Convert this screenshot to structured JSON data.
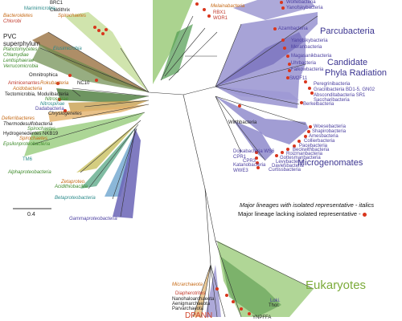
{
  "colors": {
    "cpr": "#8a84c9",
    "cpr_dark": "#5a52a8",
    "green": "#7cbf5a",
    "tan": "#c9a46b",
    "orange": "#e39b48",
    "red_dot": "#d9361d",
    "eukaryote_green": "#7cab3a",
    "dpann_red": "#d1442a",
    "line": "#333333"
  },
  "groups": {
    "parcubacteria": "Parcubacteria",
    "cpr_line1": "Candidate",
    "cpr_line2": "Phyla Radiation",
    "microgenomates": "Microgenomates",
    "eukaryotes": "Eukaryotes",
    "dpann": "DPANN",
    "pvc_line1": "PVC",
    "pvc_line2": "superphylum"
  },
  "legend": {
    "italic_note": "Major lineages with isolated representative - italics",
    "dot_note": "Major lineage lacking isolated representative -"
  },
  "scale": {
    "value": "0.4"
  },
  "labels": {
    "brc1": "BRC1",
    "caldithrix": "Caldithrix",
    "bacteroidetes": "Bacteroidetes",
    "chlorobi": "Chlorobi",
    "marinimicrobia": "Marinimicrobia",
    "spirochaetes_top": "Spirochaetes",
    "planctomycetes": "Planctomycetes",
    "chlamydiae": "Chlamydiae",
    "lentisphaerae": "Lentisphaerae",
    "verrucomicrobia": "Verrucomicrobia",
    "elusimicrobia": "Elusimicrobia",
    "omnitrophica": "Omnitrophica",
    "aminicenantes": "Aminicenantes",
    "acidobacteria": "Acidobacteria",
    "tectomicrobia": "Tectomicrobia, Modulibacteria",
    "nitrospirae": "Nitrospirae",
    "nitrospinae": "Nitrospinae",
    "dadabacteria": "Dadabacteria",
    "chrysiogenetes": "Chrysiogenetes",
    "deferribacteres": "Deferribacteres",
    "thermodesulfobacteria": "Thermodesulfobacteria",
    "hydrogenedentes": "Hydrogenedentes NKB19",
    "spirochaetes": "Spirochaetes",
    "epsilonproteobacteria": "Epsilonproteobacteria",
    "tm6": "TM6",
    "alphaproteobacteria": "Alphaproteobacteria",
    "zetaproteo": "Zetaproteo.",
    "acidithiobacillia": "Acidithiobacillia",
    "betaproteobacteria": "Betaproteobacteria",
    "gammaproteobacteria": "Gammaproteobacteria",
    "nc10": "NC10",
    "rokubacteria": "Rokubacteria",
    "melainabacteria": "Melainabacteria",
    "rbx1": "RBX1",
    "wor1": "WOR1",
    "wolfebacteria": "Wolfebacteria",
    "yanofskybacteria": "Yanofskybacteria",
    "azambacteria": "Azambacteria",
    "moranbacteria": "Moranbacteria",
    "magasanikbacteria": "Magasanikbacteria",
    "uhrbacteria": "Uhrbacteria",
    "falkowbacteria": "Falkowbacteria",
    "sm2f11": "SM2F11",
    "peregrinibacteria": "Peregrinibacteria",
    "gracilibacteria": "Gracilibacteria BD1-5, GN02",
    "absconditabacteria": "Absconditabacteria SR1",
    "saccharibacteria": "Saccharibacteria",
    "berkelbacteria": "Berkelbacteria",
    "woesebacteria": "Woesebacteria",
    "shapirobacteria": "Shapirobacteria",
    "amesbacteria": "Amesbacteria",
    "collierbacteria": "Collierbacteria",
    "pacebacteria": "Pacebacteria",
    "beckwithbacteria": "Beckwithbacteria",
    "roizmanbacteria": "Roizmanbacteria",
    "gottesmanbacteria": "Gottesmanbacteria",
    "levybacteria": "Levybacteria",
    "daviesbacteria": "Daviesbacteria",
    "curtissbacteria": "Curtissbacteria",
    "wirthbacteria": "Wirthbacteria",
    "dojkabacteria": "Dojkabacteria WS6",
    "cpr1": "CPR1",
    "cpr3": "CPR3",
    "katanobacteria": "Katanobacteria",
    "wwe3": "WWE3",
    "micrarchaeota": "Micrarchaeota",
    "diapherotrites": "Diapherotrites",
    "nanohaloarchaeota": "Nanohaloarchaeota",
    "aenigmarchaeota": "Aenigmarchaeota",
    "parvarchaeota": "Parvarchaeota",
    "loki": "Loki.",
    "thor": "Thor.",
    "ynpffa": "YNPFFA"
  }
}
